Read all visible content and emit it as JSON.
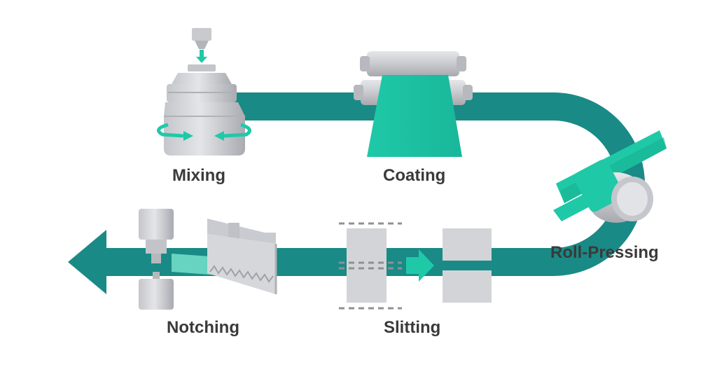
{
  "steps": {
    "mixing": "Mixing",
    "coating": "Coating",
    "roll_pressing": "Roll-Pressing",
    "slitting": "Slitting",
    "notching": "Notching"
  },
  "colors": {
    "belt": "#1a8a86",
    "material": "#1fc9a8",
    "material_light": "#6fdcc6",
    "machine_light": "#d6d7db",
    "machine_mid": "#b9bbc0",
    "machine_dark": "#9b9da3",
    "cut_line": "#8e9096",
    "label": "#3a3a3a"
  }
}
